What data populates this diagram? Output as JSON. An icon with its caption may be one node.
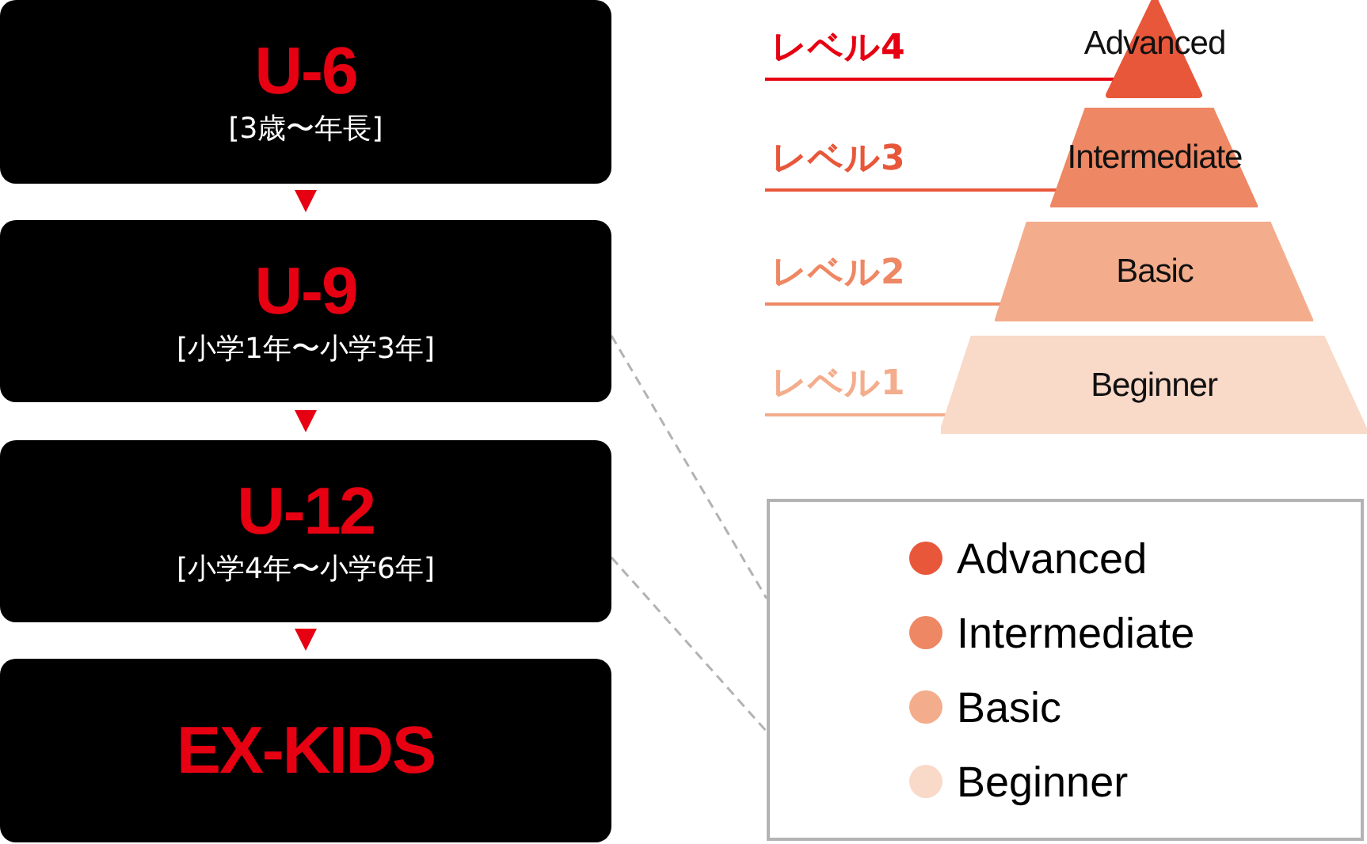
{
  "diagram": {
    "nodes": [
      {
        "text": [
          "U-6",
          "[3歳〜年長]"
        ]
      },
      {
        "text": [
          "U-9",
          "[小学1年〜小学3年]"
        ]
      },
      {
        "text": [
          "U-12",
          "[小学4年〜小学6年]"
        ]
      },
      {
        "text": [
          "EX-KIDS"
        ]
      },
      {
        "text": [
          "Advanced"
        ]
      },
      {
        "text": [
          "Intermediate"
        ]
      },
      {
        "text": [
          "Basic"
        ]
      },
      {
        "text": [
          "Beginner"
        ]
      },
      {
        "text": [],
        "shape": "box"
      },
      {
        "text": [
          "レベル4"
        ]
      },
      {
        "text": [
          "レベル3"
        ]
      },
      {
        "text": [
          "レベル2"
        ]
      },
      {
        "text": [
          "レベル1"
        ]
      }
    ],
    "edges": [
      {
        "from": 0,
        "to": 1,
        "arrow": "to"
      },
      {
        "from": 1,
        "to": 2,
        "arrow": "to"
      },
      {
        "from": 2,
        "to": 3,
        "arrow": "to"
      },
      {
        "from": 1,
        "to": 8,
        "arrow": "none",
        "style": "dashed",
        "color": "#b3b3b3"
      },
      {
        "from": 2,
        "to": 8,
        "arrow": "none",
        "style": "dashed",
        "color": "#b3b3b3"
      },
      {
        "from": 9,
        "to": 4,
        "arrow": "none",
        "color": "#e60012"
      },
      {
        "from": 10,
        "to": 5,
        "arrow": "none",
        "color": "#e8573a"
      },
      {
        "from": 11,
        "to": 6,
        "arrow": "none",
        "color": "#ee8763"
      },
      {
        "from": 12,
        "to": 7,
        "arrow": "none",
        "color": "#f4ad8c"
      }
    ],
    "legend": [
      {
        "text": "Advanced",
        "color": "#e8573a"
      },
      {
        "text": "Intermediate",
        "color": "#ee8763"
      },
      {
        "text": "Basic",
        "color": "#f4ad8c"
      },
      {
        "text": "Beginner",
        "color": "#f9d9c8"
      }
    ]
  }
}
